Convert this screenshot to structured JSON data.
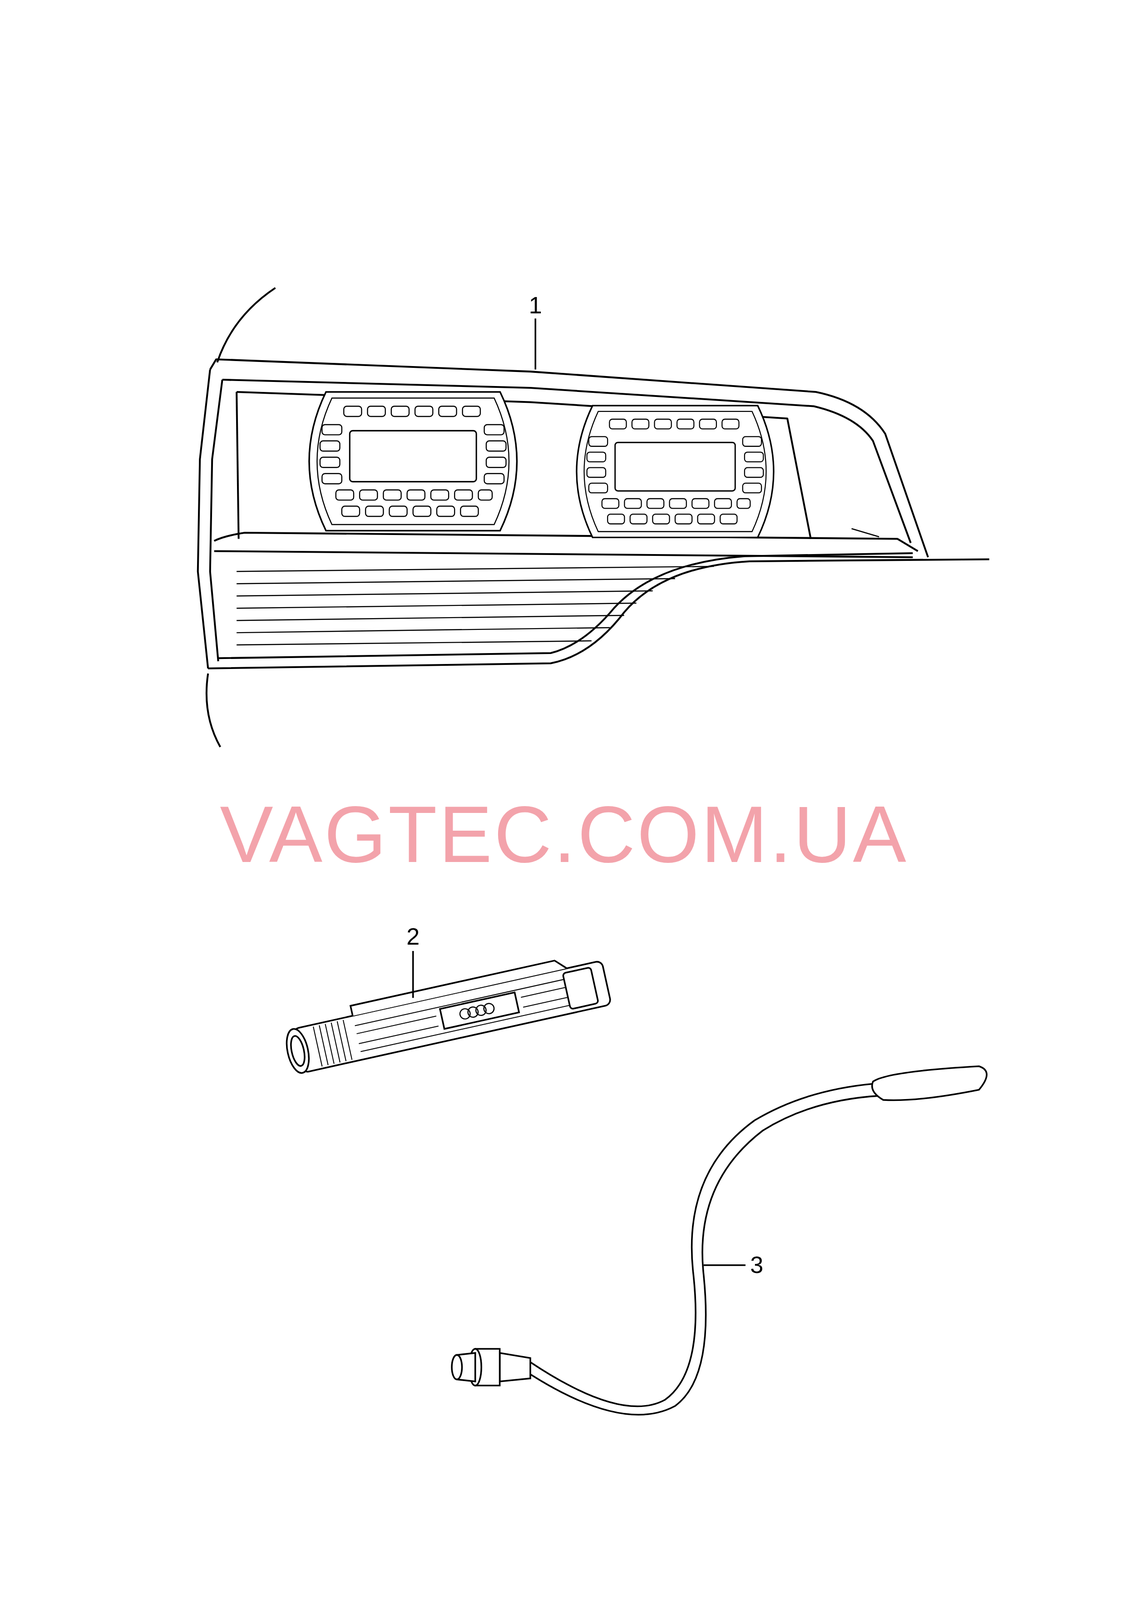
{
  "diagram": {
    "labels": [
      "1",
      "VAGTEC.COM.UA",
      "2",
      "3"
    ]
  }
}
